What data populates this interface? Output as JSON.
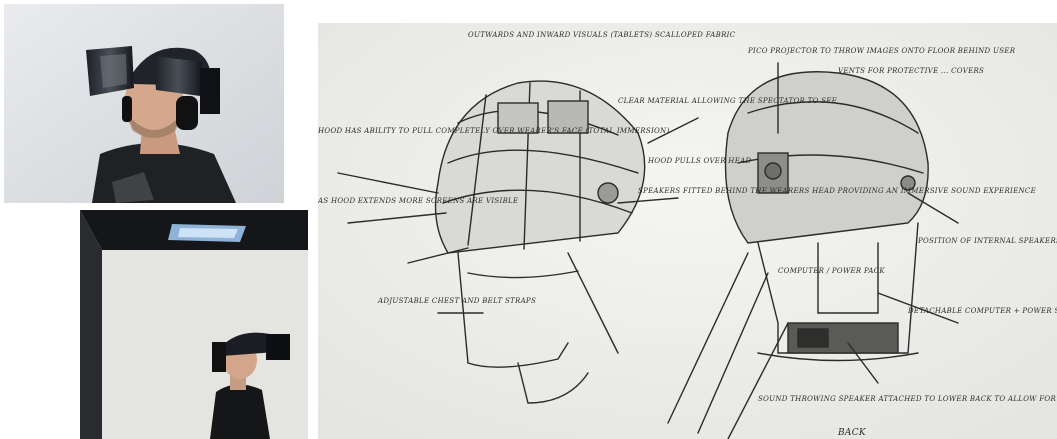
{
  "figure": {
    "photo_top": {
      "subject": "man wearing immersive hood headset, side view"
    },
    "photo_bottom": {
      "subject": "man wearing hood headset in gallery room with ceiling light"
    },
    "sketch": {
      "annotations": {
        "outwards_inwards": "OUTWARDS AND INWARD VISUALS (TABLETS) SCALLOPED FABRIC",
        "hood_ability": "HOOD HAS ABILITY TO PULL COMPLETELY OVER WEARER'S FACE (TOTAL IMMERSION)",
        "as_hood_extends": "AS HOOD EXTENDS MORE SCREENS ARE VISIBLE",
        "clear_material": "CLEAR MATERIAL ALLOWING THE SPECTATOR TO SEE",
        "hood_pulls": "HOOD PULLS OVER HEAD",
        "speakers": "SPEAKERS FITTED BEHIND THE WEARERS HEAD PROVIDING AN IMMERSIVE SOUND EXPERIENCE",
        "adjustable": "ADJUSTABLE CHEST AND BELT STRAPS",
        "pico_projector": "PICO PROJECTOR TO THROW IMAGES ONTO FLOOR BEHIND USER",
        "vent": "VENTS FOR PROTECTIVE ... COVERS",
        "position_speakers": "POSITION OF INTERNAL SPEAKERS",
        "computer_pack": "COMPUTER / POWER PACK",
        "detachable": "DETACHABLE COMPUTER + POWER SOURCE FITTED TO BACK PLATE",
        "sound_throwing": "SOUND THROWING SPEAKER ATTACHED TO LOWER BACK TO ALLOW FOR ... REFLECTION",
        "back": "BACK"
      }
    }
  }
}
